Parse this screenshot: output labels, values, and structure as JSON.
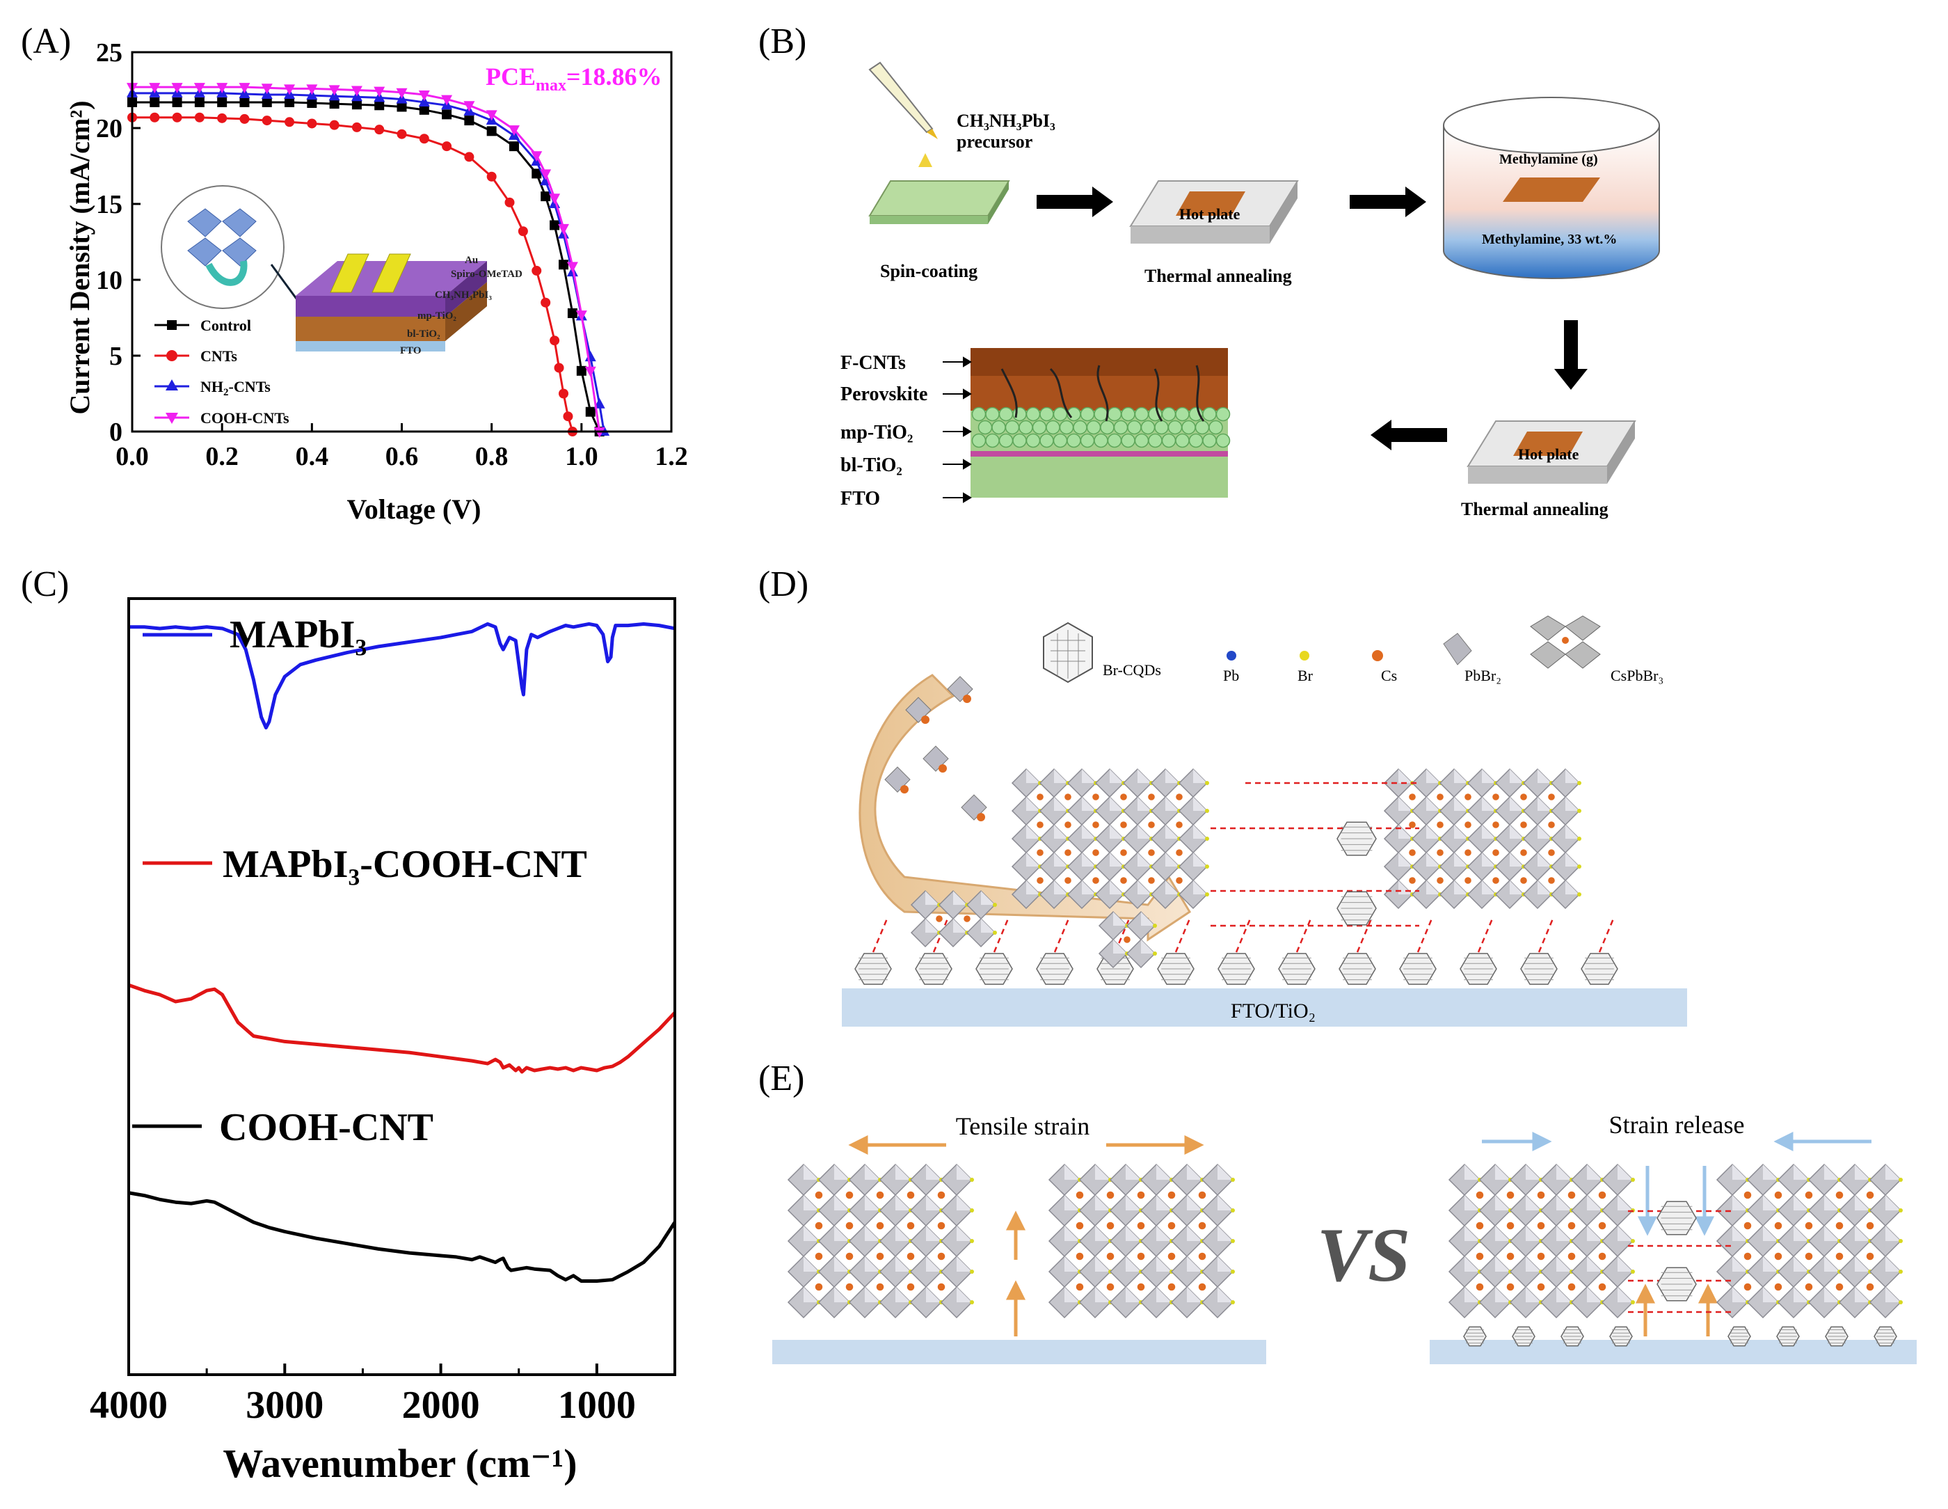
{
  "panel_labels": {
    "a": "(A)",
    "b": "(B)",
    "c": "(C)",
    "d": "(D)",
    "e": "(E)"
  },
  "colors": {
    "control": "#000000",
    "cnts": "#e8161b",
    "nh2": "#2020e0",
    "cooh": "#f020f0",
    "pce": "#ff22ff"
  },
  "panel_a": {
    "pce_prefix": "PCE",
    "pce_sub": "max",
    "pce_suffix": "=18.86%",
    "inset_labels": [
      "Au",
      "Spiro-OMeTAD",
      "CH₃NH₃PbI₃",
      "mp-TiO₂",
      "bl-TiO₂",
      "FTO"
    ],
    "legend_nh2_a": "NH",
    "legend_nh2_sub": "2",
    "legend_nh2_b": "-CNTs"
  },
  "panel_b": {
    "precursor_line1": "CH₃NH₃PbI₃",
    "precursor_line2": "precursor",
    "spin": "Spin-coating",
    "anneal1": "Thermal annealing",
    "hotplate1": "Hot plate",
    "methylamine_g": "Methylamine (g)",
    "methylamine_sol": "Methylamine, 33 wt.%",
    "hotplate2": "Hot plate",
    "anneal2": "Thermal annealing",
    "layers": [
      "F-CNTs",
      "Perovskite",
      "mp-TiO₂",
      "bl-TiO₂",
      "FTO"
    ]
  },
  "panel_c": {
    "legend": [
      "MAPbI₃",
      "MAPbI₃-COOH-CNT",
      "COOH-CNT"
    ]
  },
  "panel_d": {
    "legend": [
      "Br-CQDs",
      "Pb",
      "Br",
      "Cs",
      "PbBr₂",
      "CsPbBr₃"
    ],
    "substrate": "FTO/TiO₂"
  },
  "panel_e": {
    "left_title": "Tensile strain",
    "right_title": "Strain release",
    "vs": "VS"
  },
  "chart_data": [
    {
      "type": "line",
      "panel": "A",
      "xlabel": "Voltage (V)",
      "ylabel": "Current Density (mA/cm²)",
      "xlim": [
        0.0,
        1.2
      ],
      "ylim": [
        0,
        25
      ],
      "xticks": [
        "0.0",
        "0.2",
        "0.4",
        "0.6",
        "0.8",
        "1.0",
        "1.2"
      ],
      "yticks": [
        "0",
        "5",
        "10",
        "15",
        "20",
        "25"
      ],
      "legend_position": "left",
      "series": [
        {
          "name": "Control",
          "color": "#000000",
          "marker": "square",
          "x": [
            0.0,
            0.05,
            0.1,
            0.15,
            0.2,
            0.25,
            0.3,
            0.35,
            0.4,
            0.45,
            0.5,
            0.55,
            0.6,
            0.65,
            0.7,
            0.75,
            0.8,
            0.85,
            0.9,
            0.92,
            0.94,
            0.96,
            0.98,
            1.0,
            1.02,
            1.04
          ],
          "y": [
            21.7,
            21.7,
            21.7,
            21.7,
            21.7,
            21.7,
            21.7,
            21.7,
            21.65,
            21.6,
            21.55,
            21.5,
            21.4,
            21.2,
            20.9,
            20.5,
            19.8,
            18.8,
            17.0,
            15.5,
            13.6,
            11.0,
            7.8,
            4.0,
            1.3,
            0.0
          ]
        },
        {
          "name": "CNTs",
          "color": "#e8161b",
          "marker": "circle",
          "x": [
            0.0,
            0.05,
            0.1,
            0.15,
            0.2,
            0.25,
            0.3,
            0.35,
            0.4,
            0.45,
            0.5,
            0.55,
            0.6,
            0.65,
            0.7,
            0.75,
            0.8,
            0.84,
            0.87,
            0.9,
            0.92,
            0.94,
            0.95,
            0.96,
            0.97,
            0.98
          ],
          "y": [
            20.7,
            20.7,
            20.7,
            20.7,
            20.65,
            20.6,
            20.5,
            20.4,
            20.3,
            20.2,
            20.05,
            19.9,
            19.6,
            19.3,
            18.8,
            18.1,
            16.8,
            15.1,
            13.2,
            10.6,
            8.5,
            6.0,
            4.2,
            2.5,
            1.0,
            0.0
          ]
        },
        {
          "name": "NH2-CNTs",
          "color": "#2020e0",
          "marker": "triangle-up",
          "x": [
            0.0,
            0.05,
            0.1,
            0.15,
            0.2,
            0.25,
            0.3,
            0.35,
            0.4,
            0.45,
            0.5,
            0.55,
            0.6,
            0.65,
            0.7,
            0.75,
            0.8,
            0.85,
            0.9,
            0.92,
            0.94,
            0.96,
            0.98,
            1.0,
            1.02,
            1.04,
            1.05
          ],
          "y": [
            22.3,
            22.3,
            22.3,
            22.3,
            22.3,
            22.25,
            22.2,
            22.2,
            22.15,
            22.1,
            22.05,
            22.0,
            21.9,
            21.7,
            21.5,
            21.1,
            20.5,
            19.5,
            17.8,
            16.5,
            15.0,
            13.0,
            10.5,
            7.6,
            4.9,
            1.8,
            0.0
          ]
        },
        {
          "name": "COOH-CNTs",
          "color": "#f020f0",
          "marker": "triangle-down",
          "x": [
            0.0,
            0.05,
            0.1,
            0.15,
            0.2,
            0.25,
            0.3,
            0.35,
            0.4,
            0.45,
            0.5,
            0.55,
            0.6,
            0.65,
            0.7,
            0.75,
            0.8,
            0.85,
            0.9,
            0.92,
            0.94,
            0.96,
            0.98,
            1.0,
            1.02,
            1.04
          ],
          "y": [
            22.7,
            22.7,
            22.7,
            22.7,
            22.7,
            22.7,
            22.65,
            22.6,
            22.6,
            22.55,
            22.5,
            22.45,
            22.35,
            22.2,
            21.9,
            21.5,
            20.9,
            19.9,
            18.2,
            17.0,
            15.4,
            13.4,
            10.9,
            7.7,
            4.0,
            0.0
          ]
        }
      ]
    },
    {
      "type": "line",
      "panel": "C",
      "xlabel": "Wavenumber (cm⁻¹)",
      "xlim": [
        4000,
        500
      ],
      "xticks": [
        "4000",
        "3000",
        "2000",
        "1000"
      ],
      "series": [
        {
          "name": "MAPbI₃",
          "color": "#1a1ae6",
          "x": [
            4000,
            3900,
            3800,
            3700,
            3600,
            3500,
            3400,
            3300,
            3250,
            3200,
            3150,
            3120,
            3100,
            3060,
            3000,
            2900,
            2800,
            2600,
            2400,
            2200,
            2000,
            1900,
            1800,
            1700,
            1650,
            1620,
            1600,
            1560,
            1520,
            1480,
            1470,
            1450,
            1420,
            1380,
            1300,
            1250,
            1200,
            1150,
            1100,
            1050,
            1000,
            960,
            930,
            910,
            900,
            880,
            850,
            800,
            700,
            600,
            500
          ],
          "y": [
            0.95,
            0.95,
            0.94,
            0.95,
            0.94,
            0.95,
            0.94,
            0.9,
            0.8,
            0.6,
            0.35,
            0.28,
            0.32,
            0.5,
            0.62,
            0.7,
            0.73,
            0.78,
            0.82,
            0.85,
            0.88,
            0.9,
            0.92,
            0.97,
            0.95,
            0.84,
            0.8,
            0.88,
            0.86,
            0.55,
            0.5,
            0.8,
            0.9,
            0.88,
            0.92,
            0.94,
            0.96,
            0.95,
            0.96,
            0.97,
            0.96,
            0.9,
            0.72,
            0.75,
            0.88,
            0.96,
            0.96,
            0.96,
            0.97,
            0.96,
            0.94
          ]
        },
        {
          "name": "MAPbI₃-COOH-CNT",
          "color": "#e01515",
          "x": [
            4000,
            3900,
            3800,
            3700,
            3600,
            3500,
            3450,
            3400,
            3350,
            3300,
            3200,
            3100,
            3000,
            2900,
            2800,
            2600,
            2400,
            2200,
            2000,
            1800,
            1700,
            1650,
            1620,
            1600,
            1560,
            1520,
            1500,
            1480,
            1450,
            1400,
            1350,
            1300,
            1250,
            1200,
            1150,
            1100,
            1050,
            1000,
            950,
            900,
            850,
            800,
            700,
            600,
            500
          ],
          "y": [
            0.62,
            0.58,
            0.55,
            0.5,
            0.52,
            0.58,
            0.59,
            0.55,
            0.45,
            0.35,
            0.25,
            0.23,
            0.21,
            0.2,
            0.19,
            0.17,
            0.15,
            0.13,
            0.1,
            0.07,
            0.05,
            0.08,
            0.06,
            0.02,
            0.04,
            0.0,
            0.02,
            -0.01,
            0.02,
            0.0,
            0.01,
            0.02,
            0.01,
            0.02,
            0.0,
            0.02,
            0.01,
            0.0,
            0.02,
            0.03,
            0.06,
            0.1,
            0.2,
            0.3,
            0.42
          ]
        },
        {
          "name": "COOH-CNT",
          "color": "#000000",
          "x": [
            4000,
            3900,
            3800,
            3700,
            3600,
            3500,
            3450,
            3400,
            3300,
            3200,
            3100,
            3000,
            2800,
            2600,
            2400,
            2200,
            2000,
            1900,
            1800,
            1750,
            1700,
            1650,
            1620,
            1600,
            1570,
            1550,
            1500,
            1450,
            1400,
            1300,
            1250,
            1200,
            1150,
            1100,
            1000,
            900,
            800,
            700,
            600,
            500
          ],
          "y": [
            0.72,
            0.7,
            0.67,
            0.65,
            0.64,
            0.66,
            0.65,
            0.62,
            0.56,
            0.5,
            0.46,
            0.43,
            0.38,
            0.34,
            0.3,
            0.27,
            0.25,
            0.24,
            0.22,
            0.24,
            0.22,
            0.2,
            0.22,
            0.23,
            0.16,
            0.14,
            0.15,
            0.16,
            0.15,
            0.14,
            0.1,
            0.07,
            0.1,
            0.06,
            0.06,
            0.07,
            0.13,
            0.2,
            0.32,
            0.5
          ]
        }
      ]
    }
  ]
}
